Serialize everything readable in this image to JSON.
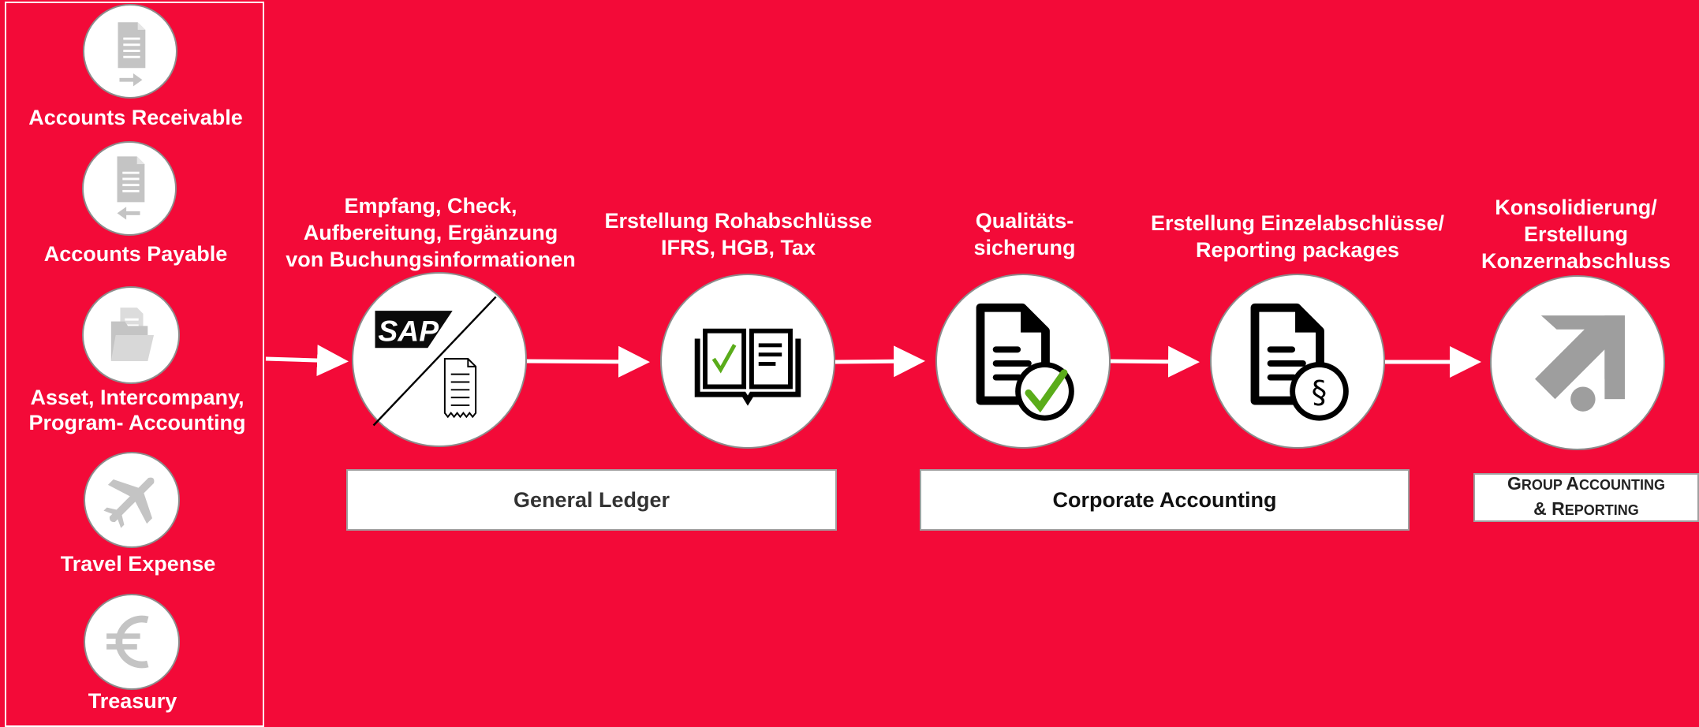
{
  "colors": {
    "background": "#F30A38",
    "icon_gray": "#c4c4c4",
    "check_green": "#5aac1a"
  },
  "sidebar": {
    "items": [
      {
        "label": "Accounts Receivable",
        "icon": "document-arrow-right-icon"
      },
      {
        "label": "Accounts Payable",
        "icon": "document-arrow-left-icon"
      },
      {
        "label_lines": [
          "Asset, Intercompany,",
          "Program- Accounting"
        ],
        "icon": "folder-documents-icon"
      },
      {
        "label": "Travel Expense",
        "icon": "airplane-icon"
      },
      {
        "label": "Treasury",
        "icon": "euro-icon"
      }
    ]
  },
  "steps": [
    {
      "title_lines": [
        "Empfang, Check,",
        "Aufbereitung, Ergänzung",
        "von Buchungsinformationen"
      ],
      "icon": "sap-receipt-icon",
      "sap_text": "SAP"
    },
    {
      "title_lines": [
        "Erstellung Rohabschlüsse",
        "IFRS, HGB, Tax"
      ],
      "icon": "ledger-book-icon"
    },
    {
      "title_lines": [
        "Qualitäts-",
        "sicherung"
      ],
      "icon": "document-check-icon"
    },
    {
      "title_lines": [
        "Erstellung Einzelabschlüsse/",
        "Reporting packages"
      ],
      "icon": "document-paragraph-icon",
      "paragraph_symbol": "§"
    },
    {
      "title_lines": [
        "Konsolidierung/",
        "Erstellung",
        "Konzernabschluss"
      ],
      "icon": "prosieben-logo-icon"
    }
  ],
  "boxes": {
    "general_ledger": "General Ledger",
    "corporate_accounting": "Corporate Accounting",
    "group_line1": {
      "G": "G",
      "roup": "ROUP",
      "A": "A",
      "ccounting": "CCOUNTING"
    },
    "group_line2": {
      "amp": "& ",
      "R": "R",
      "eporting": "EPORTING"
    }
  }
}
